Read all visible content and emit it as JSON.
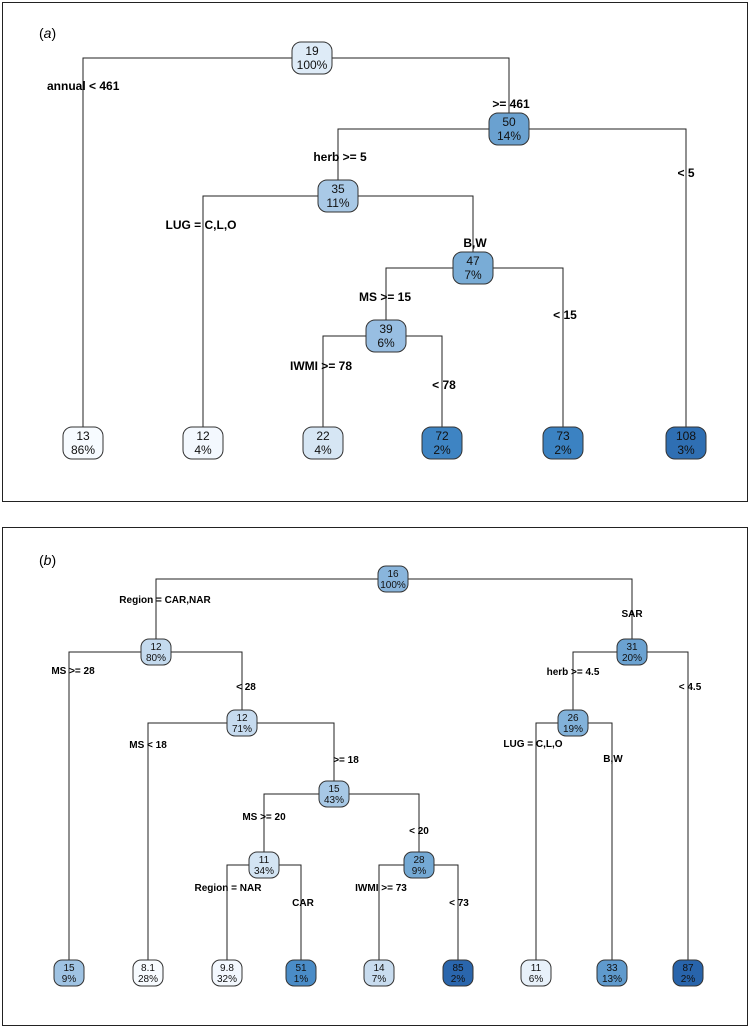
{
  "panel_a": {
    "tag": "a",
    "nodes": [
      {
        "id": "root",
        "value": "19",
        "pct": "100%",
        "color": "#deebf7"
      },
      {
        "id": "n50",
        "value": "50",
        "pct": "14%",
        "color": "#6aa1d0"
      },
      {
        "id": "n35",
        "value": "35",
        "pct": "11%",
        "color": "#a9c9e6"
      },
      {
        "id": "n47",
        "value": "47",
        "pct": "7%",
        "color": "#79acd6"
      },
      {
        "id": "n39",
        "value": "39",
        "pct": "6%",
        "color": "#98bee2"
      },
      {
        "id": "l13",
        "value": "13",
        "pct": "86%",
        "color": "#f7fbff"
      },
      {
        "id": "l12",
        "value": "12",
        "pct": "4%",
        "color": "#f3f8fe"
      },
      {
        "id": "l22",
        "value": "22",
        "pct": "4%",
        "color": "#d6e6f4"
      },
      {
        "id": "l72",
        "value": "72",
        "pct": "2%",
        "color": "#3e84c3"
      },
      {
        "id": "l73",
        "value": "73",
        "pct": "2%",
        "color": "#3b82c2"
      },
      {
        "id": "l108",
        "value": "108",
        "pct": "3%",
        "color": "#2f6fb3"
      }
    ],
    "splits": [
      {
        "id": "s1",
        "text": "annual < 461"
      },
      {
        "id": "s2",
        "text": ">= 461"
      },
      {
        "id": "s3",
        "text": "herb >= 5"
      },
      {
        "id": "s4",
        "text": "< 5"
      },
      {
        "id": "s5",
        "text": "LUG = C,L,O"
      },
      {
        "id": "s6",
        "text": "B,W"
      },
      {
        "id": "s7",
        "text": "MS >= 15"
      },
      {
        "id": "s8",
        "text": "< 15"
      },
      {
        "id": "s9",
        "text": "IWMI >= 78"
      },
      {
        "id": "s10",
        "text": "< 78"
      }
    ]
  },
  "panel_b": {
    "tag": "b",
    "nodes": [
      {
        "id": "root",
        "value": "16",
        "pct": "100%",
        "color": "#89b5dc"
      },
      {
        "id": "n12a",
        "value": "12",
        "pct": "80%",
        "color": "#c4daee"
      },
      {
        "id": "n31",
        "value": "31",
        "pct": "20%",
        "color": "#6ba2d1"
      },
      {
        "id": "n12b",
        "value": "12",
        "pct": "71%",
        "color": "#c6dbef"
      },
      {
        "id": "n26",
        "value": "26",
        "pct": "19%",
        "color": "#82b2da"
      },
      {
        "id": "n15",
        "value": "15",
        "pct": "43%",
        "color": "#a7c8e5"
      },
      {
        "id": "n11",
        "value": "11",
        "pct": "34%",
        "color": "#d3e4f3"
      },
      {
        "id": "n28",
        "value": "28",
        "pct": "9%",
        "color": "#74a9d4"
      },
      {
        "id": "l15",
        "value": "15",
        "pct": "9%",
        "color": "#9fc3e3"
      },
      {
        "id": "l81",
        "value": "8.1",
        "pct": "28%",
        "color": "#f7fbff"
      },
      {
        "id": "l98",
        "value": "9.8",
        "pct": "32%",
        "color": "#f3f8fe"
      },
      {
        "id": "l51",
        "value": "51",
        "pct": "1%",
        "color": "#4a8cc7"
      },
      {
        "id": "l14",
        "value": "14",
        "pct": "7%",
        "color": "#c8dcef"
      },
      {
        "id": "l85",
        "value": "85",
        "pct": "2%",
        "color": "#2a66ad"
      },
      {
        "id": "l11",
        "value": "11",
        "pct": "6%",
        "color": "#e8f1fa"
      },
      {
        "id": "l33",
        "value": "33",
        "pct": "13%",
        "color": "#5f9acd"
      },
      {
        "id": "l87",
        "value": "87",
        "pct": "2%",
        "color": "#2864ab"
      }
    ],
    "splits": [
      {
        "id": "s1",
        "text": "Region = CAR,NAR"
      },
      {
        "id": "s2",
        "text": "SAR"
      },
      {
        "id": "s3",
        "text": "MS >= 28"
      },
      {
        "id": "s4",
        "text": "< 28"
      },
      {
        "id": "s5",
        "text": "herb >= 4.5"
      },
      {
        "id": "s6",
        "text": "< 4.5"
      },
      {
        "id": "s7",
        "text": "MS < 18"
      },
      {
        "id": "s8",
        "text": ">= 18"
      },
      {
        "id": "s9",
        "text": "LUG = C,L,O"
      },
      {
        "id": "s10",
        "text": "B,W"
      },
      {
        "id": "s11",
        "text": "MS >= 20"
      },
      {
        "id": "s12",
        "text": "< 20"
      },
      {
        "id": "s13",
        "text": "Region = NAR"
      },
      {
        "id": "s14",
        "text": "CAR"
      },
      {
        "id": "s15",
        "text": "IWMI >= 73"
      },
      {
        "id": "s16",
        "text": "< 73"
      }
    ]
  }
}
